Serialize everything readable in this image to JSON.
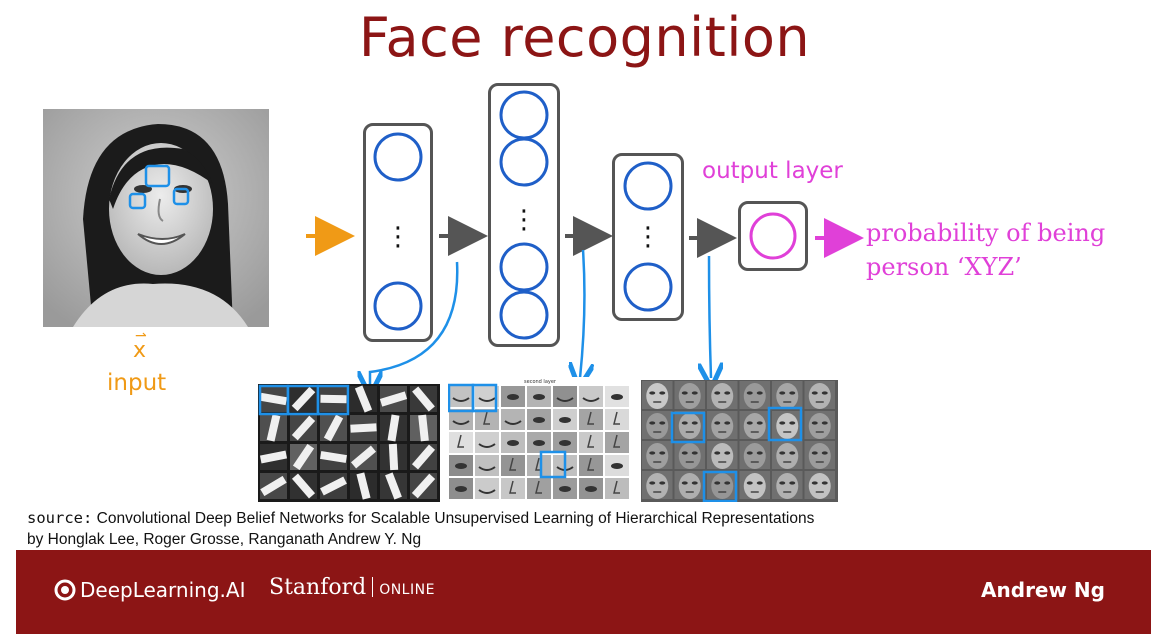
{
  "slide": {
    "title": "Face recognition",
    "input_vector_label": "x",
    "input_label": "input",
    "output_layer_label": "output layer",
    "output_description_line1": "probability of being",
    "output_description_line2": "person ‘XYZ’",
    "ellipsis": "⋮"
  },
  "source": {
    "prefix": "source:",
    "line1": "Convolutional Deep Belief Networks for Scalable Unsupervised Learning of Hierarchical Representations",
    "line2": "by Honglak Lee, Roger Grosse, Ranganath Andrew Y. Ng"
  },
  "patch_panels": {
    "second_caption": "second layer"
  },
  "footer": {
    "brand": "DeepLearning.AI",
    "partner": "Stanford",
    "partner_suffix": "ONLINE",
    "author": "Andrew Ng"
  },
  "colors": {
    "title": "#8c1515",
    "footer_bg": "#8c1515",
    "neuron": "#1f5fc8",
    "annotation": "#1e90e8",
    "input": "#f09a16",
    "output": "#e040d8",
    "layer_border": "#555555"
  },
  "icons": [
    "deeplearning-ai-logo-icon",
    "input-arrow-icon",
    "layer-arrow-icon",
    "output-arrow-icon"
  ]
}
